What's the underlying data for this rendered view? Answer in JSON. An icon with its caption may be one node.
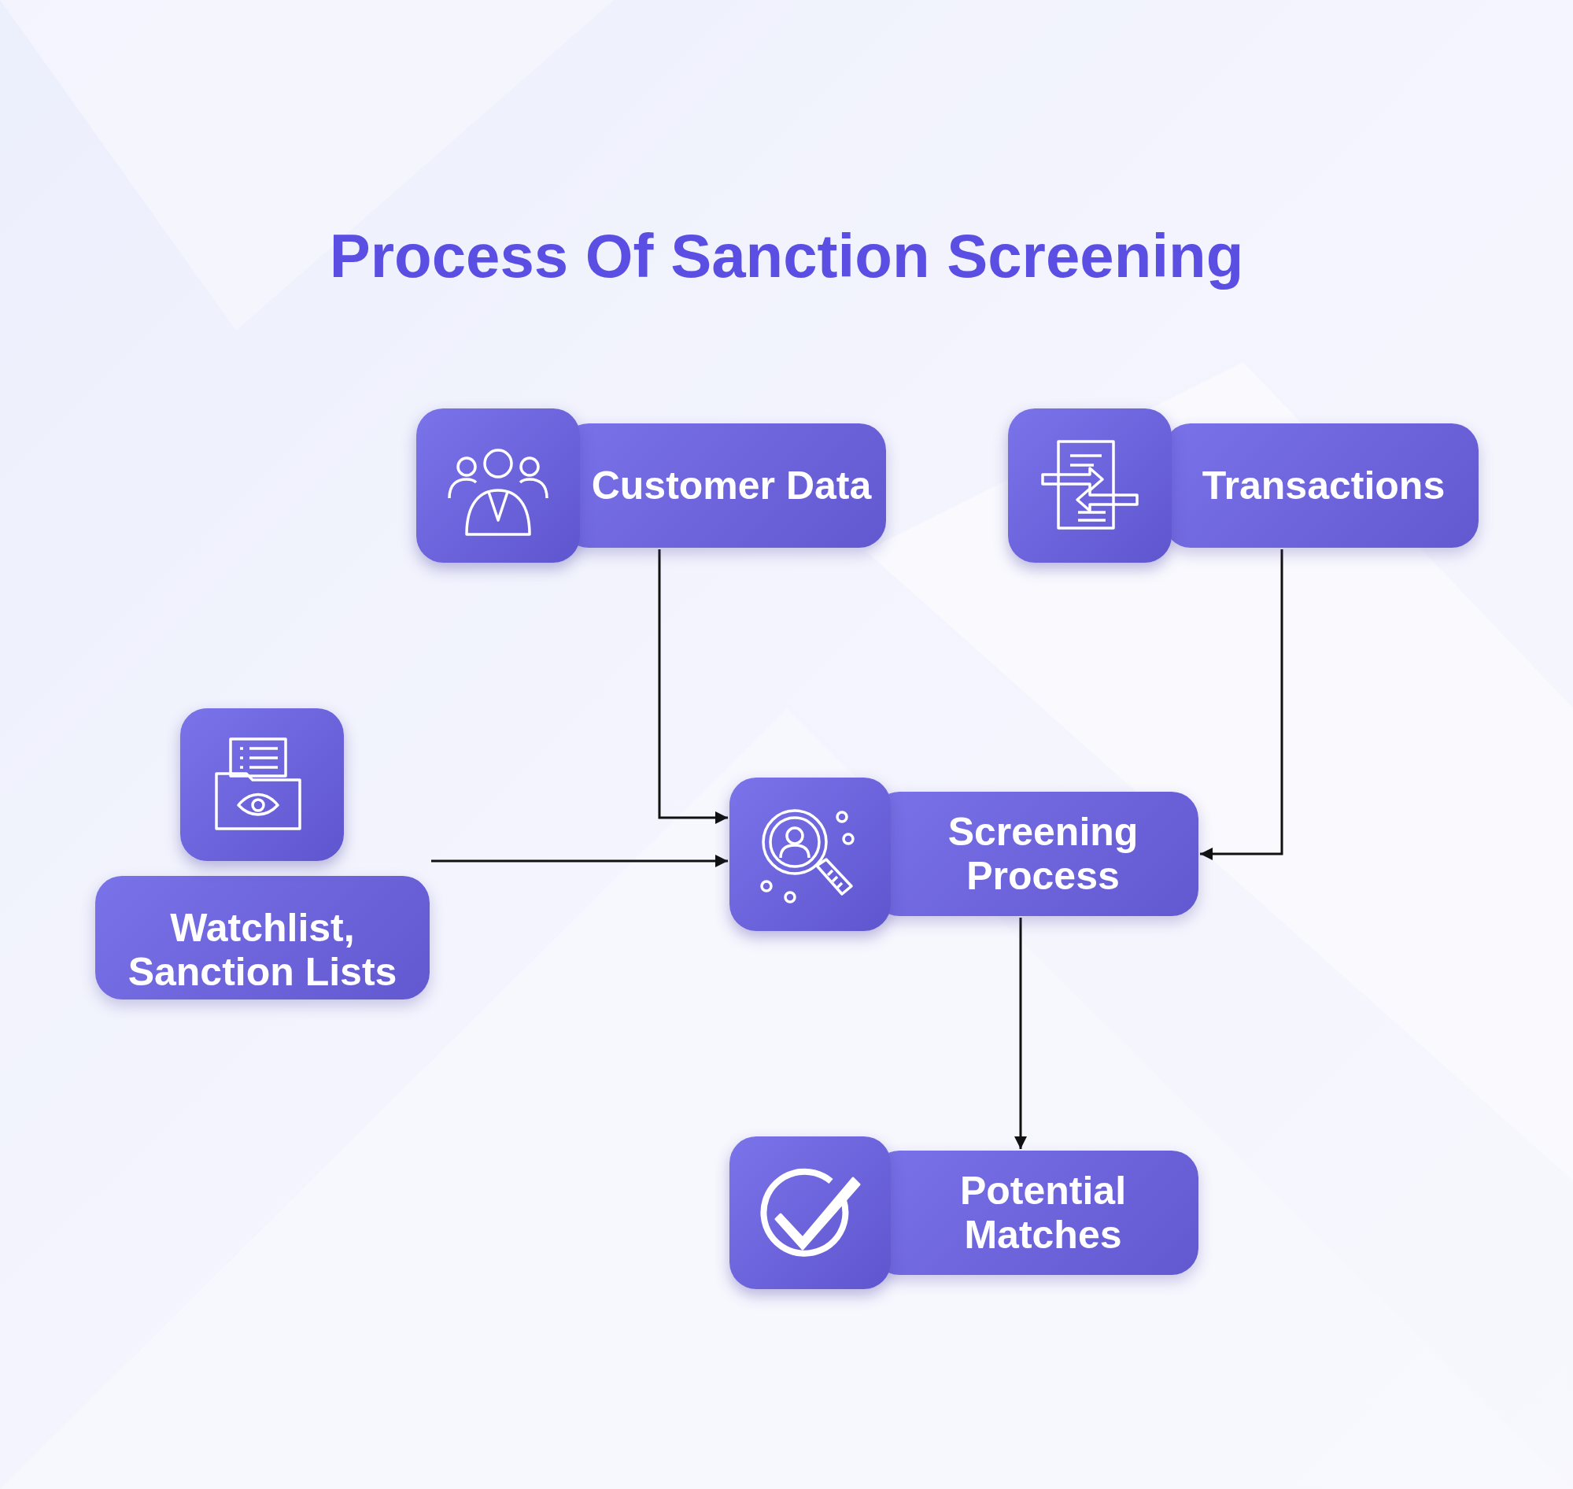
{
  "diagram": {
    "title": "Process Of Sanction Screening",
    "nodes": [
      {
        "text": [
          "Customer Data"
        ]
      },
      {
        "text": [
          "Transactions"
        ]
      },
      {
        "text": [
          "Watchlist, Sanction Lists"
        ]
      },
      {
        "text": [
          "Screening Process"
        ]
      },
      {
        "text": [
          "Potential Matches"
        ]
      }
    ],
    "edges": [
      {
        "from": 0,
        "to": 3,
        "arrow": "to"
      },
      {
        "from": 1,
        "to": 3,
        "arrow": "to"
      },
      {
        "from": 2,
        "to": 3,
        "arrow": "to"
      },
      {
        "from": 3,
        "to": 4,
        "arrow": "to"
      }
    ]
  }
}
